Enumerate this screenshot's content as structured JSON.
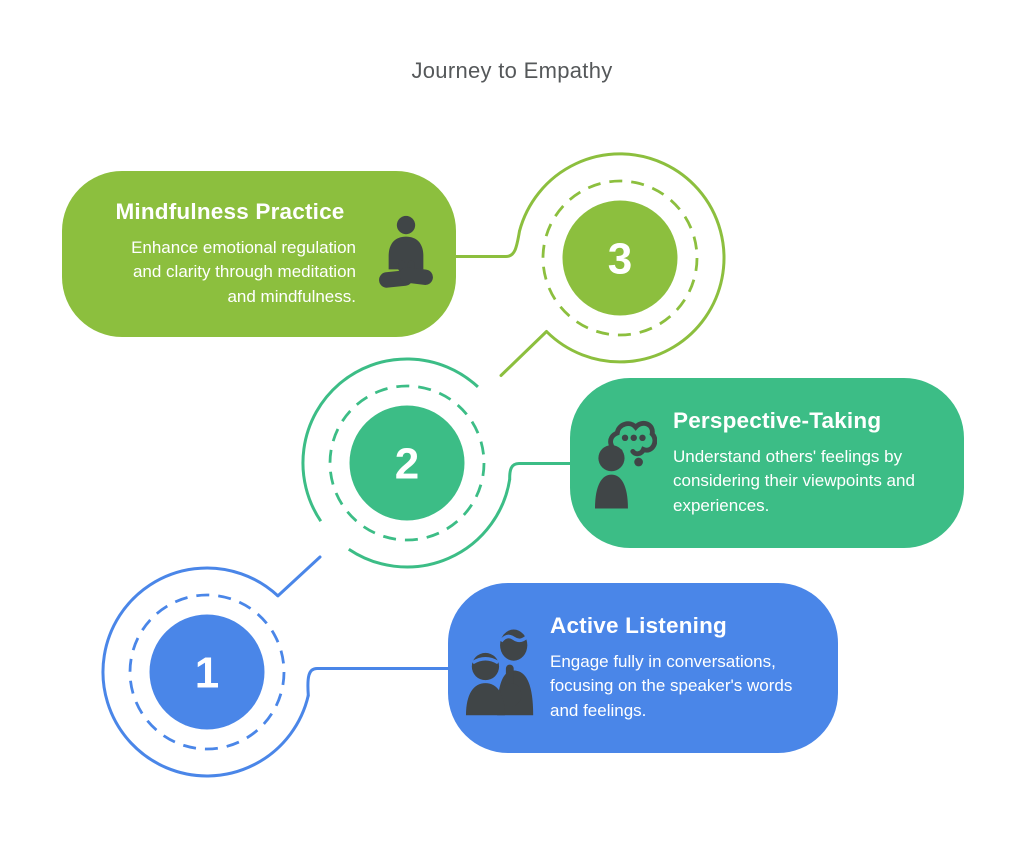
{
  "title": "Journey to Empathy",
  "colors": {
    "step1_blue": "#4A86E8",
    "step2_teal": "#3CBD86",
    "step3_olive": "#8CBF3E",
    "icon_dark": "#404547",
    "title_text": "#55585A",
    "card_text": "#FFFFFF"
  },
  "steps": [
    {
      "number": "1",
      "title": "Active Listening",
      "description": "Engage fully in conversations, focusing on the speaker's words and feelings.",
      "color": "#4A86E8",
      "icon": "two-people-listening-icon"
    },
    {
      "number": "2",
      "title": "Perspective-Taking",
      "description": "Understand others' feelings by considering their viewpoints and experiences.",
      "color": "#3CBD86",
      "icon": "person-thought-bubble-icon"
    },
    {
      "number": "3",
      "title": "Mindfulness Practice",
      "description": "Enhance emotional regulation and clarity through meditation and mindfulness.",
      "color": "#8CBF3E",
      "icon": "meditating-person-icon"
    }
  ]
}
